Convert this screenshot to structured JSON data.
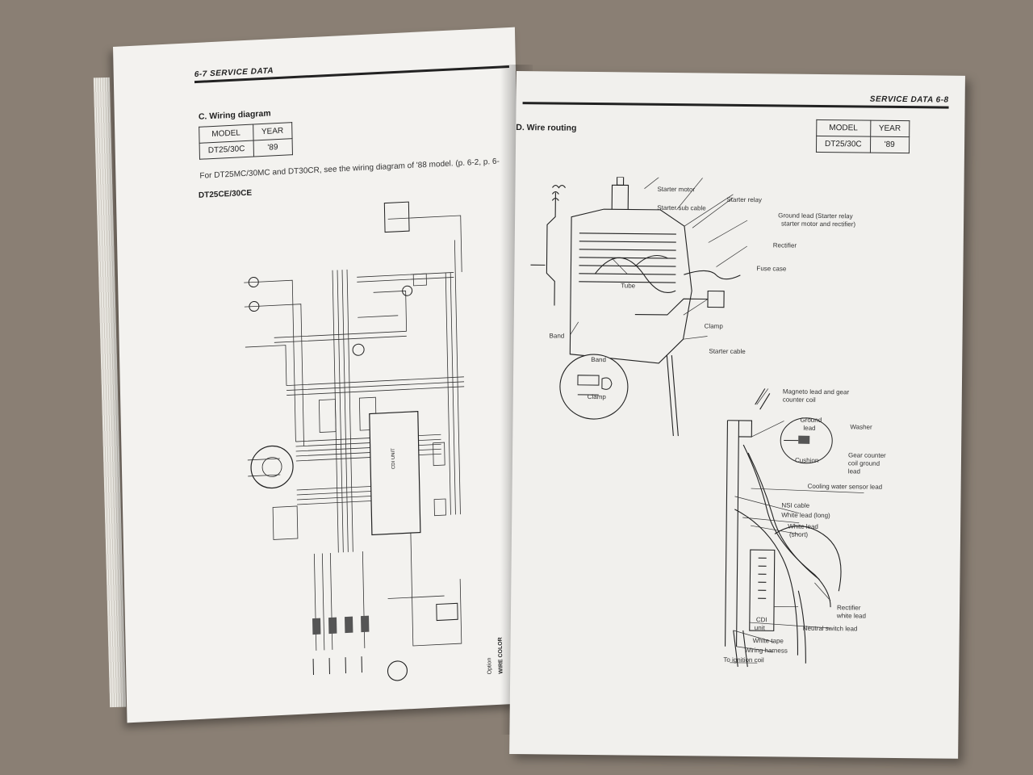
{
  "left_page": {
    "header": "6-7  SERVICE DATA",
    "section_title": "C.  Wiring diagram",
    "model_table": {
      "headers": [
        "MODEL",
        "YEAR"
      ],
      "rows": [
        [
          "DT25/30C",
          "'89"
        ]
      ]
    },
    "note": "For DT25MC/30MC and DT30CR, see the wiring diagram of '88 model. (p. 6-2, p. 6-",
    "diagram_title": "DT25CE/30CE",
    "diagram_labels": {
      "cdi_unit": "CDI UNIT",
      "wire_color": "WIRE COLOR",
      "option": "Option"
    }
  },
  "right_page": {
    "header": "SERVICE DATA  6-8",
    "section_title": "D.  Wire routing",
    "model_table": {
      "headers": [
        "MODEL",
        "YEAR"
      ],
      "rows": [
        [
          "DT25/30C",
          "'89"
        ]
      ]
    },
    "top_callouts": {
      "starter_motor": "Starter motor",
      "starter_sub_cable": "Starter sub cable",
      "starter_relay": "Starter relay",
      "ground_lead_1": "Ground lead (Starter relay",
      "ground_lead_2": "starter motor and rectifier)",
      "rectifier": "Rectifier",
      "fuse_case": "Fuse case",
      "tube": "Tube",
      "clamp": "Clamp",
      "band": "Band",
      "starter_cable": "Starter cable",
      "detail_band": "Band",
      "detail_clamp": "Clamp"
    },
    "bottom_callouts": {
      "magneto_1": "Magneto lead and gear",
      "magneto_2": "counter coil",
      "ground_lead_1": "Ground",
      "ground_lead_2": "lead",
      "washer": "Washer",
      "cushion": "Cushion",
      "gear_counter_1": "Gear counter",
      "gear_counter_2": "coil ground",
      "gear_counter_3": "lead",
      "cooling_water": "Cooling water sensor lead",
      "nsi_cable": "NSI cable",
      "white_lead_long": "White lead (long)",
      "white_lead_short_1": "White lead",
      "white_lead_short_2": "(short)",
      "rectifier_white_1": "Rectifier",
      "rectifier_white_2": "white lead",
      "cdi_unit_1": "CDI",
      "cdi_unit_2": "unit",
      "neutral_switch": "Neutral switch lead",
      "white_tape": "White tape",
      "wiring_harness": "Wiring harness",
      "to_ignition": "To ignition coil"
    }
  }
}
